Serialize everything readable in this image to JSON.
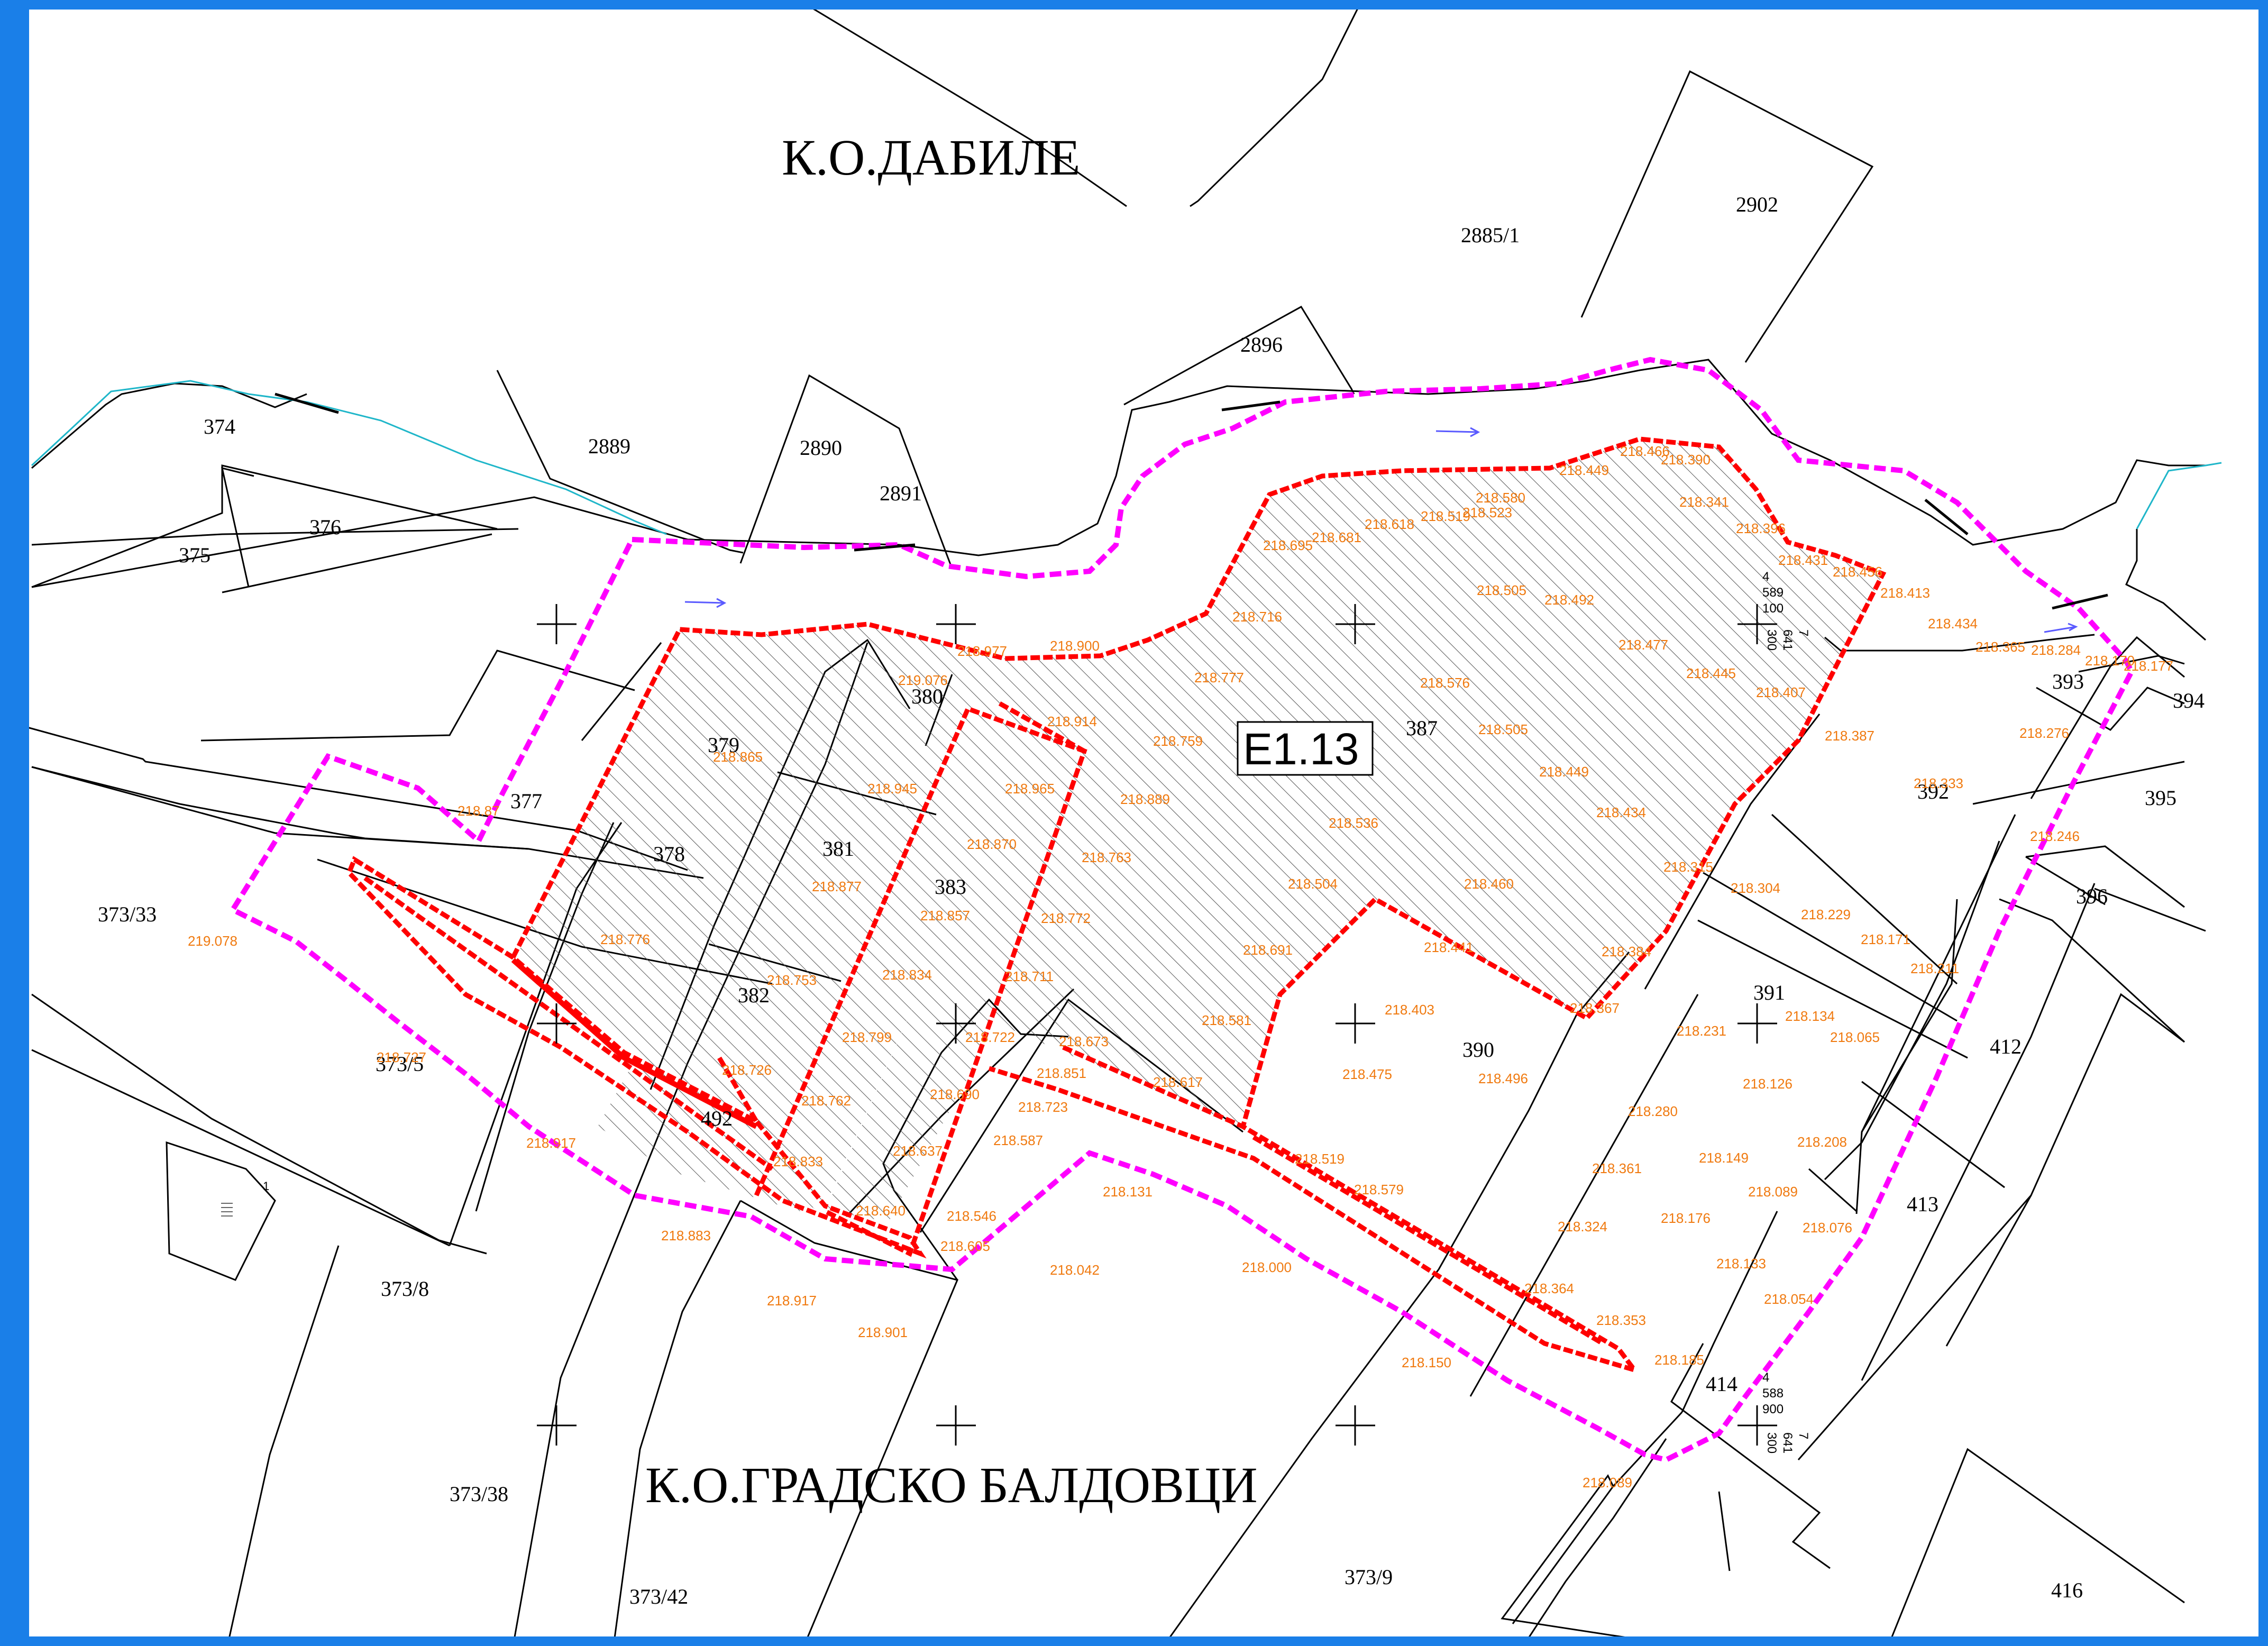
{
  "colors": {
    "frame": "#1a7fe8",
    "boundary_dashed": "#ff00ff",
    "plot_outline": "#ff0000",
    "elevation_text": "#f07a10",
    "river": "#1fb6c9",
    "flow_arrow": "#5a5aff"
  },
  "regions": {
    "north": "К.О.ДАБИЛЕ",
    "south": "К.О.ГРАДСКО БАЛДОВЦИ"
  },
  "zone_label": "E1.13",
  "parcels": {
    "p374": "374",
    "p375": "375",
    "p376": "376",
    "p2889": "2889",
    "p2890": "2890",
    "p2891": "2891",
    "p2896": "2896",
    "p2885_1": "2885/1",
    "p2902": "2902",
    "p377": "377",
    "p378": "378",
    "p379": "379",
    "p380": "380",
    "p381": "381",
    "p382": "382",
    "p383": "383",
    "p387": "387",
    "p390": "390",
    "p391": "391",
    "p392": "392",
    "p393": "393",
    "p394": "394",
    "p395": "395",
    "p396": "396",
    "p412": "412",
    "p413": "413",
    "p414": "414",
    "p416": "416",
    "p492": "492",
    "p373_33": "373/33",
    "p373_5": "373/5",
    "p373_8": "373/8",
    "p373_38": "373/38",
    "p373_42": "373/42",
    "p373_9": "373/9",
    "sheet_num": "1"
  },
  "coords": {
    "top_north": "4",
    "top_north_2": "589",
    "top_north_3": "100",
    "top_east": "7",
    "top_east_2": "641",
    "top_east_3": "300",
    "bottom_north": "4",
    "bottom_north_2": "588",
    "bottom_north_3": "900",
    "bottom_east": "7",
    "bottom_east_2": "641",
    "bottom_east_3": "300"
  },
  "elevations": {
    "e01": "218.466",
    "e02": "218.390",
    "e03": "218.449",
    "e04": "218.580",
    "e05": "218.523",
    "e06": "218.519",
    "e07": "218.618",
    "e08": "218.681",
    "e09": "218.695",
    "e10": "218.341",
    "e11": "218.396",
    "e12": "218.431",
    "e13": "218.456",
    "e14": "218.413",
    "e15": "218.434",
    "e16": "218.365",
    "e17": "218.284",
    "e18": "218.170",
    "e19": "218.177",
    "e20": "218.505",
    "e21": "218.492",
    "e22": "218.716",
    "e23": "218.900",
    "e24": "218.977",
    "e25": "219.076",
    "e26": "218.477",
    "e27": "218.445",
    "e28": "218.407",
    "e29": "218.777",
    "e30": "218.576",
    "e31": "218.914",
    "e32": "218.759",
    "e33": "218.505",
    "e34": "218.387",
    "e35": "218.276",
    "e36": "218.865",
    "e37": "218.965",
    "e38": "218.945",
    "e39": "218.889",
    "e40": "218.449",
    "e41": "218.333",
    "e42": "218.536",
    "e43": "218.434",
    "e44": "218.870",
    "e45": "218.246",
    "e46": "218.877",
    "e47": "218.763",
    "e48": "218.315",
    "e49": "218.304",
    "e50": "218.857",
    "e51": "218.772",
    "e52": "218.504",
    "e53": "218.460",
    "e54": "218.229",
    "e55": "218.171",
    "e56": "218.776",
    "e57": "218.834",
    "e58": "218.711",
    "e59": "218.691",
    "e60": "218.441",
    "e61": "218.384",
    "e62": "218.211",
    "e63": "218.753",
    "e64": "218.799",
    "e65": "218.722",
    "e66": "218.673",
    "e67": "218.581",
    "e68": "218.403",
    "e69": "218.367",
    "e70": "218.134",
    "e71": "218.065",
    "e72": "218.231",
    "e73": "218.726",
    "e74": "218.851",
    "e75": "218.617",
    "e76": "218.475",
    "e77": "218.496",
    "e78": "218.126",
    "e79": "218.762",
    "e80": "218.690",
    "e81": "218.723",
    "e82": "218.280",
    "e83": "218.587",
    "e84": "218.637",
    "e85": "218.519",
    "e86": "218.361",
    "e87": "218.149",
    "e88": "218.208",
    "e89": "218.833",
    "e90": "218.579",
    "e91": "218.089",
    "e92": "219.078",
    "e93": "218.917",
    "e94": "218.640",
    "e95": "218.546",
    "e96": "218.131",
    "e97": "218.324",
    "e98": "218.176",
    "e99": "218.076",
    "e100": "218.605",
    "e101": "218.883",
    "e102": "218.042",
    "e103": "218.000",
    "e104": "218.133",
    "e105": "218.364",
    "e106": "218.054",
    "e107": "218.917",
    "e108": "218.901",
    "e109": "218.353",
    "e110": "218.150",
    "e111": "218.185",
    "e112": "218.089",
    "e113": "218.87",
    "e114": "218.727"
  }
}
